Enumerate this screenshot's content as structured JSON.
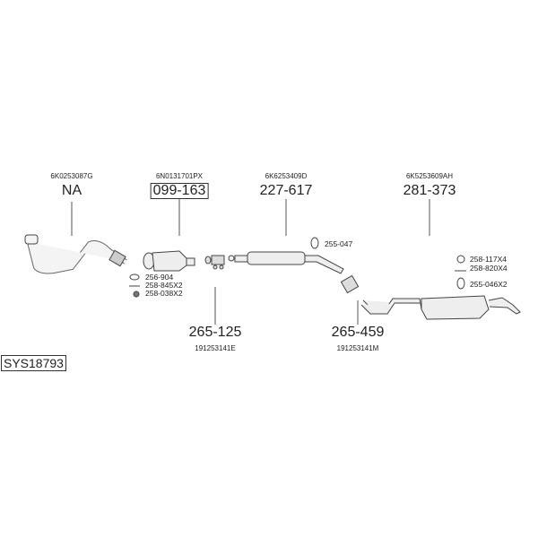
{
  "system_id": "SYS18793",
  "parts": [
    {
      "oem": "6K0253087G",
      "number": "NA"
    },
    {
      "oem": "6N0131701PX",
      "number": "099-163"
    },
    {
      "oem": "6K6253409D",
      "number": "227-617"
    },
    {
      "oem": "6K5253609AH",
      "number": "281-373"
    },
    {
      "oem": "191253141E",
      "number": "265-125"
    },
    {
      "oem": "191253141M",
      "number": "265-459"
    }
  ],
  "accessories": {
    "catalyst": [
      "256-904",
      "258-845X2",
      "258-038X2"
    ],
    "middle": [
      "255-047"
    ],
    "rear": [
      "258-117X4",
      "258-820X4",
      "255-046X2"
    ]
  }
}
